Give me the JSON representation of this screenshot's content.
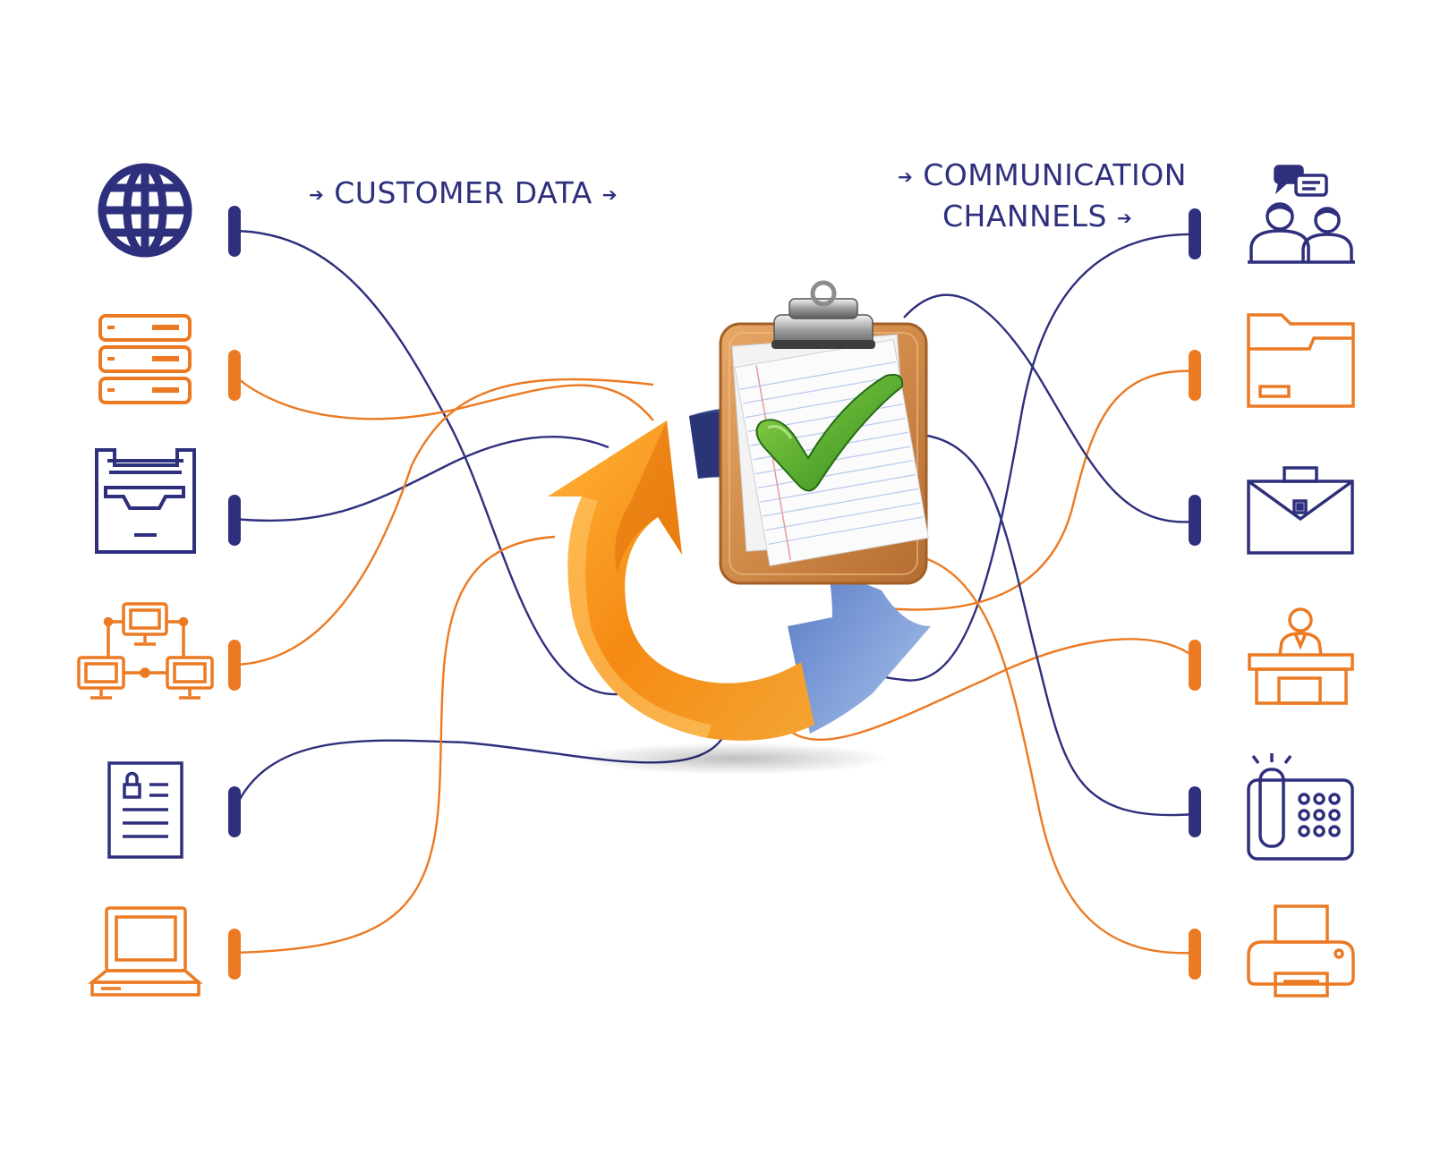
{
  "headings": {
    "customer_data": "CUSTOMER DATA",
    "communication_line1": "COMMUNICATION",
    "communication_line2": "CHANNELS"
  },
  "colors": {
    "navy": "#2e2f7d",
    "orange": "#ec7a23",
    "arrow_orange": "#f08a12",
    "arrow_blue": "#7f9fd8",
    "check_green": "#4ea72a"
  },
  "left_icons": [
    "globe-icon",
    "server-icon",
    "inbox-tray-icon",
    "network-icon",
    "id-document-icon",
    "computer-icon"
  ],
  "right_icons": [
    "people-chat-icon",
    "folder-icon",
    "briefcase-icon",
    "reception-desk-icon",
    "desk-phone-icon",
    "printer-icon"
  ],
  "center_icons": [
    "clipboard-check-icon",
    "cycle-arrows-icon"
  ]
}
